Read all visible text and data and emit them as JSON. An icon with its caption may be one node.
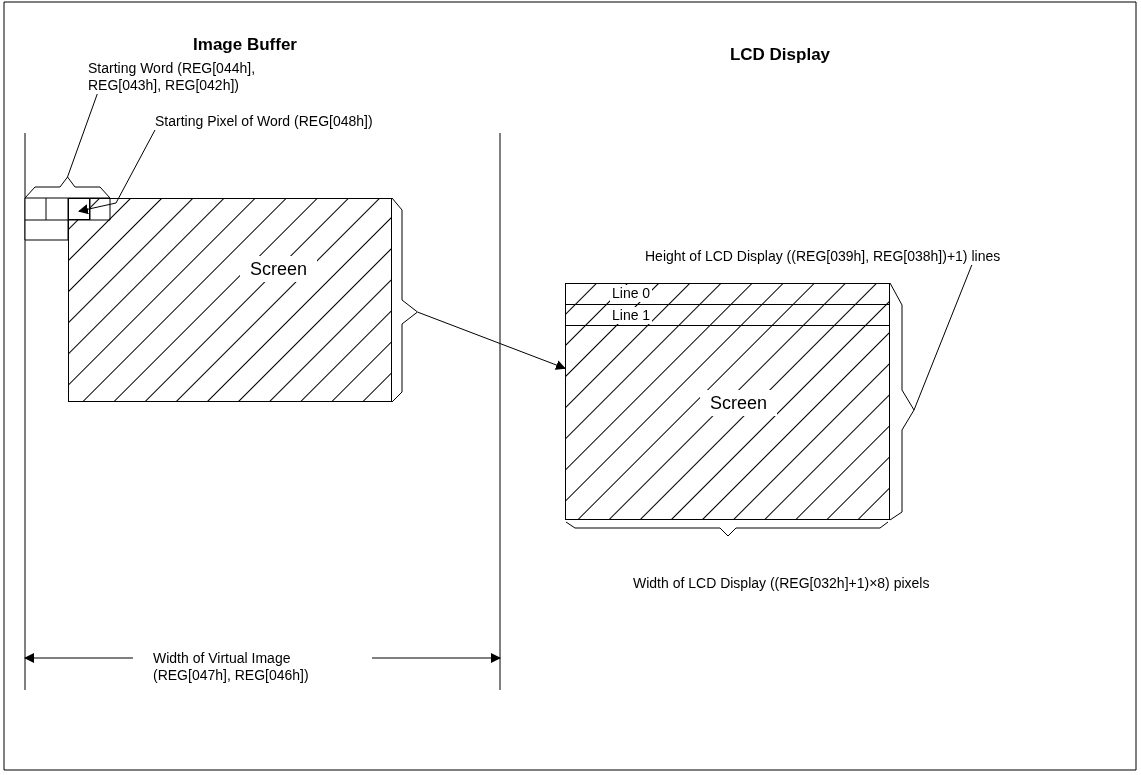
{
  "diagram": {
    "nodes": [
      {
        "text": [
          "Starting Word (REG[044h], REG[043h], REG[042h])"
        ]
      },
      {
        "text": [
          "Starting Pixel of Word (REG[048h])"
        ]
      },
      {
        "text": [
          "Screen"
        ]
      },
      {
        "text": [
          "Height of LCD Display ((REG[039h], REG[038h])+1) lines"
        ]
      },
      {
        "text": [
          "Screen"
        ]
      },
      {
        "text": [
          "Line 0"
        ],
        "in": 4
      },
      {
        "text": [
          "Line 1"
        ],
        "in": 4
      },
      {
        "text": [],
        "shape": "brace"
      },
      {
        "text": [],
        "shape": "box",
        "in": 2
      },
      {
        "text": [],
        "shape": "brace"
      }
    ],
    "edges": [
      {
        "from": 0,
        "to": 7,
        "arrow": "none"
      },
      {
        "from": 1,
        "to": 8,
        "arrow": "to"
      },
      {
        "from": 2,
        "to": 4,
        "arrow": "to"
      },
      {
        "from": 3,
        "to": 9,
        "arrow": "none"
      }
    ],
    "labels": [
      "Image Buffer",
      "LCD Display",
      "Width of LCD Display ((REG[032h]+1)×8) pixels",
      "Width of Virtual Image (REG[047h], REG[046h])"
    ]
  }
}
